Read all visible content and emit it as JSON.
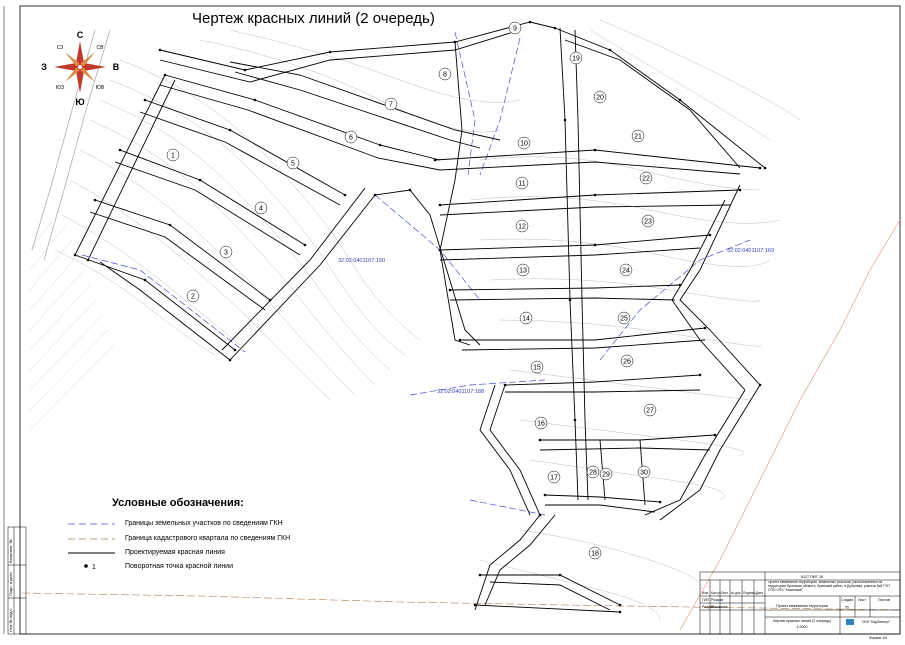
{
  "title": "Чертеж красных линий (2 очередь)",
  "compass": {
    "n": "С",
    "s": "Ю",
    "w": "З",
    "e": "В",
    "nw": "СЗ",
    "ne": "СВ",
    "sw": "ЮЗ",
    "se": "ЮВ"
  },
  "cadastral_labels": [
    "32:02:0401107:190",
    "32:02:0401107:169",
    "32:02:0401107:188"
  ],
  "block_numbers": [
    "1",
    "2",
    "3",
    "4",
    "5",
    "6",
    "7",
    "8",
    "9",
    "10",
    "11",
    "12",
    "13",
    "14",
    "15",
    "16",
    "17",
    "18",
    "19",
    "20",
    "21",
    "22",
    "23",
    "24",
    "25",
    "26",
    "27",
    "28",
    "29",
    "30"
  ],
  "legend": {
    "title": "Условные обозначения:",
    "items": [
      {
        "label": "Границы земельных участков по сведениям ГКН"
      },
      {
        "label": "Граница кадастрового квартала по сведениям ГКН"
      },
      {
        "label": "Проектируемая красная линия"
      },
      {
        "label": "Поворотная точка красной линии",
        "marker": "1"
      }
    ]
  },
  "stamp": {
    "code": "К127.ПМТ-16",
    "description": "Проект межевания территории, земельных участков, расположенных на территории Брянская область, Брянский район, в Дубровка, участок №8 ГУП СПО СПХ \"Кокинский\"",
    "row_headers": [
      "Изм.",
      "Кол.уч.",
      "Лист",
      "№ док.",
      "Подпись",
      "Дата"
    ],
    "gip_role": "ГИП",
    "gip_name": "Рожков",
    "author_role": "Разраб.",
    "author_name": "Макарова",
    "stage_headers": [
      "Стадия",
      "Лист",
      "Листов"
    ],
    "stage": "П",
    "doc_title": "Проект межевания территории",
    "sheet_title": "Чертеж красных линий (2 очередь)",
    "scale": "1:2000",
    "company": "ООО \"КадЭксперт\"",
    "format": "Формат А3"
  },
  "side_stamp": [
    "Взам.инв. №",
    "Подп. и дата",
    "Инв.№ подл."
  ]
}
